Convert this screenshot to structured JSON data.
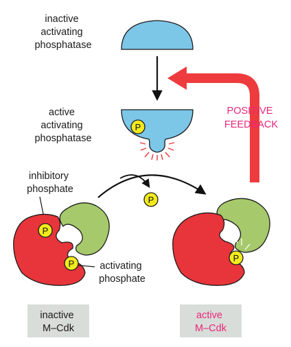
{
  "labels": {
    "inactive_phosphatase": [
      "inactive",
      "activating",
      "phosphatase"
    ],
    "active_phosphatase": [
      "active",
      "activating",
      "phosphatase"
    ],
    "positive_feedback": [
      "POSITIVE",
      "FEEDBACK"
    ],
    "inhibitory_phosphate": [
      "inhibitory",
      "phosphate"
    ],
    "activating_phosphate": [
      "activating",
      "phosphate"
    ],
    "inactive_cdk": [
      "inactive",
      "M–Cdk"
    ],
    "active_cdk": [
      "active",
      "M–Cdk"
    ]
  },
  "phosphate_symbol": "P",
  "colors": {
    "phosphatase": "#7cc6e8",
    "cdk_red": "#e8353b",
    "cyclin_green": "#a6c96b",
    "phosphate_yellow": "#f3ea1d",
    "feedback_arrow": "#ee3b3e",
    "feedback_text": "#e8267a",
    "badge_bg": "#d9ddd9"
  }
}
